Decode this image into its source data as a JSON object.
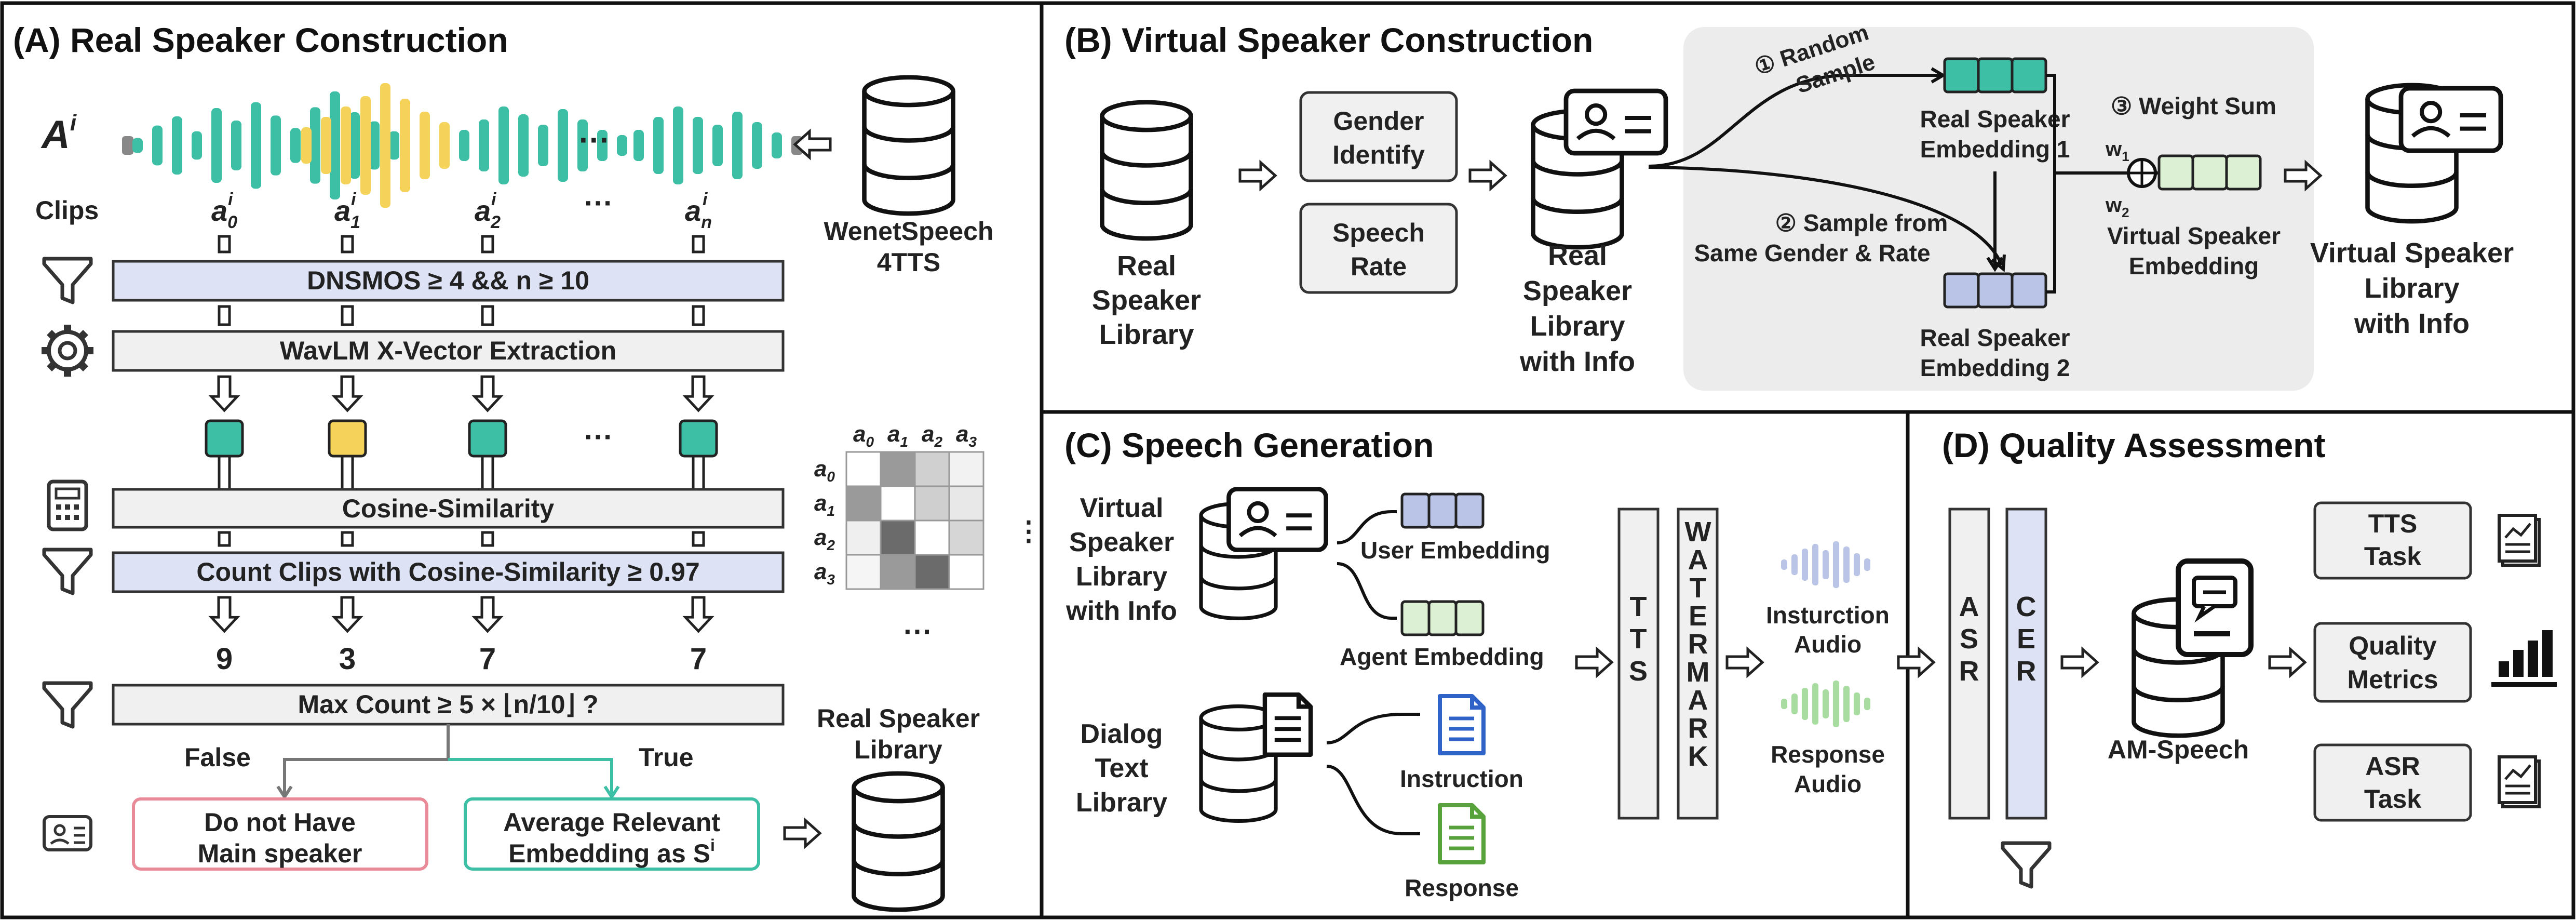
{
  "panels": {
    "a": {
      "title": "(A) Real Speaker Construction",
      "audio_label": "A",
      "audio_sup": "i",
      "clips_label": "Clips",
      "clip_labels": [
        "a",
        "a",
        "a",
        "a"
      ],
      "clip_subs": [
        "0",
        "1",
        "2",
        "n"
      ],
      "clip_sup": "i",
      "ellipsis": "···",
      "source_name_1": "WenetSpeech",
      "source_name_2": "4TTS",
      "filter_1": "DNSMOS ≥ 4 && n  ≥ 10",
      "extract": "WavLM X-Vector Extraction",
      "cosine": "Cosine-Similarity",
      "count_filter": "Count Clips with Cosine-Similarity ≥ 0.97",
      "counts": [
        "9",
        "3",
        "7",
        "7"
      ],
      "max_count": "Max Count  ≥  5 × ⌊n/10⌋ ?",
      "false_label": "False",
      "true_label": "True",
      "no_main_1": "Do not Have",
      "no_main_2": "Main speaker",
      "avg_1": "Average Relevant",
      "avg_2": "Embedding as S",
      "avg_sup": "i",
      "output_1": "Real Speaker",
      "output_2": "Library",
      "matrix_labels": [
        "a",
        "a",
        "a",
        "a"
      ],
      "matrix_subs": [
        "0",
        "1",
        "2",
        "3"
      ]
    },
    "b": {
      "title": "(B) Virtual Speaker Construction",
      "real_lib": [
        "Real",
        "Speaker",
        "Library"
      ],
      "gender_1": "Gender",
      "gender_2": "Identify",
      "rate_1": "Speech",
      "rate_2": "Rate",
      "real_lib_info": [
        "Real",
        "Speaker",
        "Library",
        "with Info"
      ],
      "random_1": "① Random",
      "random_2": "Sample",
      "emb1_1": "Real Speaker",
      "emb1_2": "Embedding 1",
      "weight_sum": "③ Weight Sum",
      "w1": "w",
      "w1_sub": "1",
      "w2": "w",
      "w2_sub": "2",
      "sample_from_1": "② Sample from",
      "sample_from_2": "Same Gender & Rate",
      "virt_emb_1": "Virtual Speaker",
      "virt_emb_2": "Embedding",
      "emb2_1": "Real Speaker",
      "emb2_2": "Embedding 2",
      "virt_lib": [
        "Virtual Speaker",
        "Library",
        "with Info"
      ]
    },
    "c": {
      "title": "(C) Speech Generation",
      "virt_lib": [
        "Virtual",
        "Speaker",
        "Library",
        "with Info"
      ],
      "user_emb": "User Embedding",
      "agent_emb": "Agent Embedding",
      "dialog": [
        "Dialog",
        "Text",
        "Library"
      ],
      "instruction": "Instruction",
      "response": "Response",
      "tts": "TTS",
      "watermark": "WATERMARK",
      "instr_audio_1": "Insturction",
      "instr_audio_2": "Audio",
      "resp_audio_1": "Response",
      "resp_audio_2": "Audio"
    },
    "d": {
      "title": "(D) Quality Assessment",
      "asr": "ASR",
      "cer": "CER",
      "am_speech": "AM-Speech",
      "tts_task_1": "TTS",
      "tts_task_2": "Task",
      "quality_1": "Quality",
      "quality_2": "Metrics",
      "asr_task_1": "ASR",
      "asr_task_2": "Task"
    }
  },
  "colors": {
    "teal": "#3dbfa5",
    "yellow": "#f5d35a",
    "gray": "#888888",
    "filter_blue": "#dde3f5",
    "pink": "#e98a98",
    "emb_blue": "#b9c4e6",
    "emb_green": "#dcf0d4",
    "doc_blue": "#2f63c7",
    "doc_green": "#58a23c"
  },
  "icons": [
    "database-icon",
    "filter-icon",
    "gear-icon",
    "calculator-icon",
    "id-card-icon",
    "document-icon",
    "waveform-icon",
    "bar-chart-icon",
    "report-icon",
    "chat-icon",
    "arrow-icon"
  ]
}
